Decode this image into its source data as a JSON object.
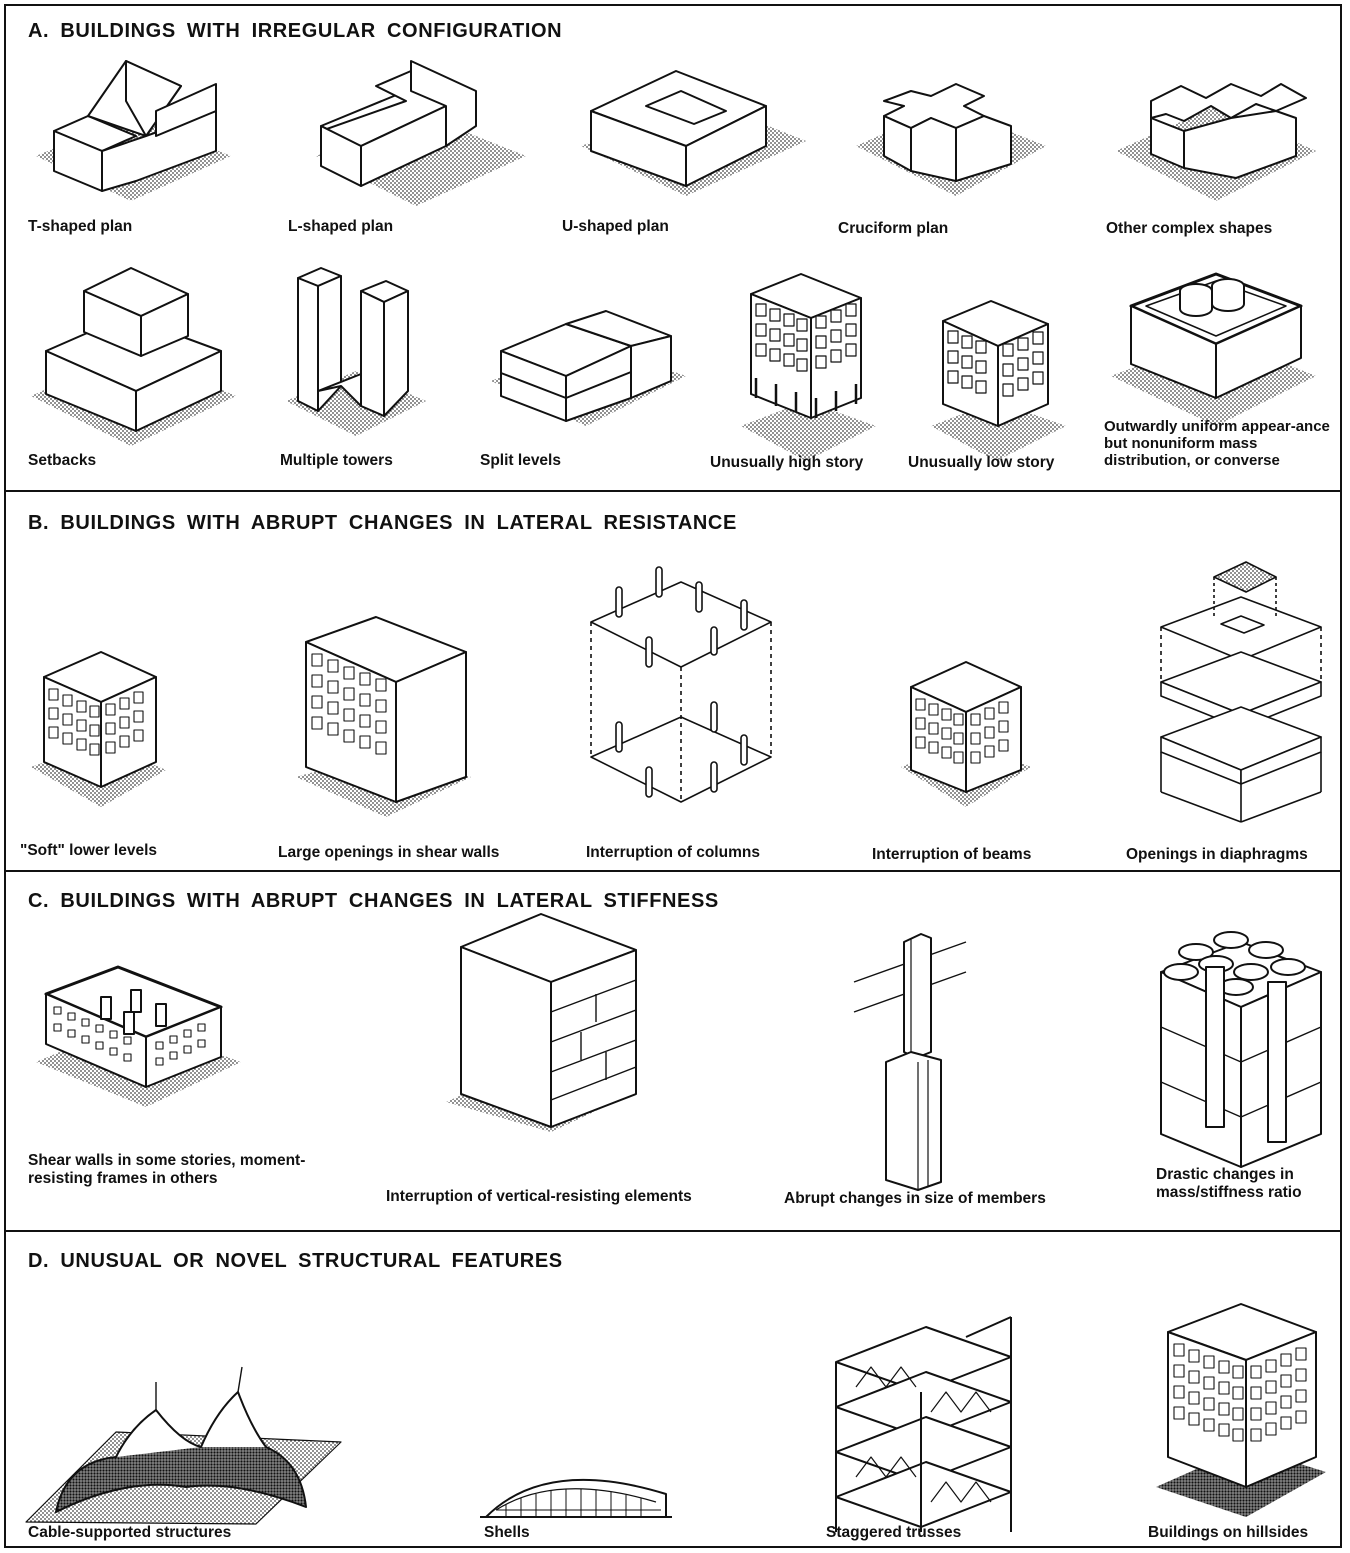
{
  "sections": [
    {
      "title": "A. BUILDINGS WITH IRREGULAR CONFIGURATION",
      "items": [
        {
          "caption": "T-shaped plan",
          "icon": "t-shaped-plan-icon"
        },
        {
          "caption": "L-shaped plan",
          "icon": "l-shaped-plan-icon"
        },
        {
          "caption": "U-shaped plan",
          "icon": "u-shaped-plan-icon"
        },
        {
          "caption": "Cruciform plan",
          "icon": "cruciform-plan-icon"
        },
        {
          "caption": "Other complex shapes",
          "icon": "complex-shapes-icon"
        },
        {
          "caption": "Setbacks",
          "icon": "setbacks-icon"
        },
        {
          "caption": "Multiple towers",
          "icon": "multiple-towers-icon"
        },
        {
          "caption": "Split levels",
          "icon": "split-levels-icon"
        },
        {
          "caption": "Unusually high story",
          "icon": "high-story-building-icon"
        },
        {
          "caption": "Unusually low story",
          "icon": "low-story-building-icon"
        },
        {
          "caption": "Outwardly uniform appear-ance but nonuniform mass distribution, or converse",
          "icon": "nonuniform-mass-icon"
        }
      ]
    },
    {
      "title": "B. BUILDINGS WITH ABRUPT CHANGES IN LATERAL RESISTANCE",
      "items": [
        {
          "caption": "\"Soft\" lower levels",
          "icon": "soft-lower-levels-icon"
        },
        {
          "caption": "Large openings in shear walls",
          "icon": "shear-wall-openings-icon"
        },
        {
          "caption": "Interruption of columns",
          "icon": "column-interruption-icon"
        },
        {
          "caption": "Interruption of beams",
          "icon": "beam-interruption-icon"
        },
        {
          "caption": "Openings in diaphragms",
          "icon": "diaphragm-openings-icon"
        }
      ]
    },
    {
      "title": "C. BUILDINGS WITH ABRUPT CHANGES IN LATERAL STIFFNESS",
      "items": [
        {
          "caption": "Shear walls in some stories, moment-resisting frames in others",
          "icon": "mixed-walls-frames-icon"
        },
        {
          "caption": "Interruption of vertical-resisting elements",
          "icon": "vertical-element-interruption-icon"
        },
        {
          "caption": "Abrupt changes in size of members",
          "icon": "member-size-change-icon"
        },
        {
          "caption": "Drastic changes in mass/stiffness ratio",
          "icon": "mass-stiffness-ratio-icon"
        }
      ]
    },
    {
      "title": "D. UNUSUAL OR NOVEL STRUCTURAL FEATURES",
      "items": [
        {
          "caption": "Cable-supported structures",
          "icon": "cable-structure-icon"
        },
        {
          "caption": "Shells",
          "icon": "shell-icon"
        },
        {
          "caption": "Staggered trusses",
          "icon": "staggered-truss-icon"
        },
        {
          "caption": "Buildings on hillsides",
          "icon": "hillside-building-icon"
        }
      ]
    }
  ]
}
